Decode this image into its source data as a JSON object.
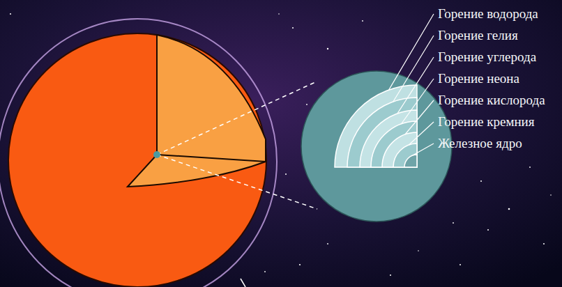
{
  "diagram": {
    "labels": [
      "Горение водорода",
      "Горение гелия",
      "Горение углерода",
      "Горение неона",
      "Горение кислорода",
      "Горение кремния",
      "Железное ядро"
    ]
  }
}
